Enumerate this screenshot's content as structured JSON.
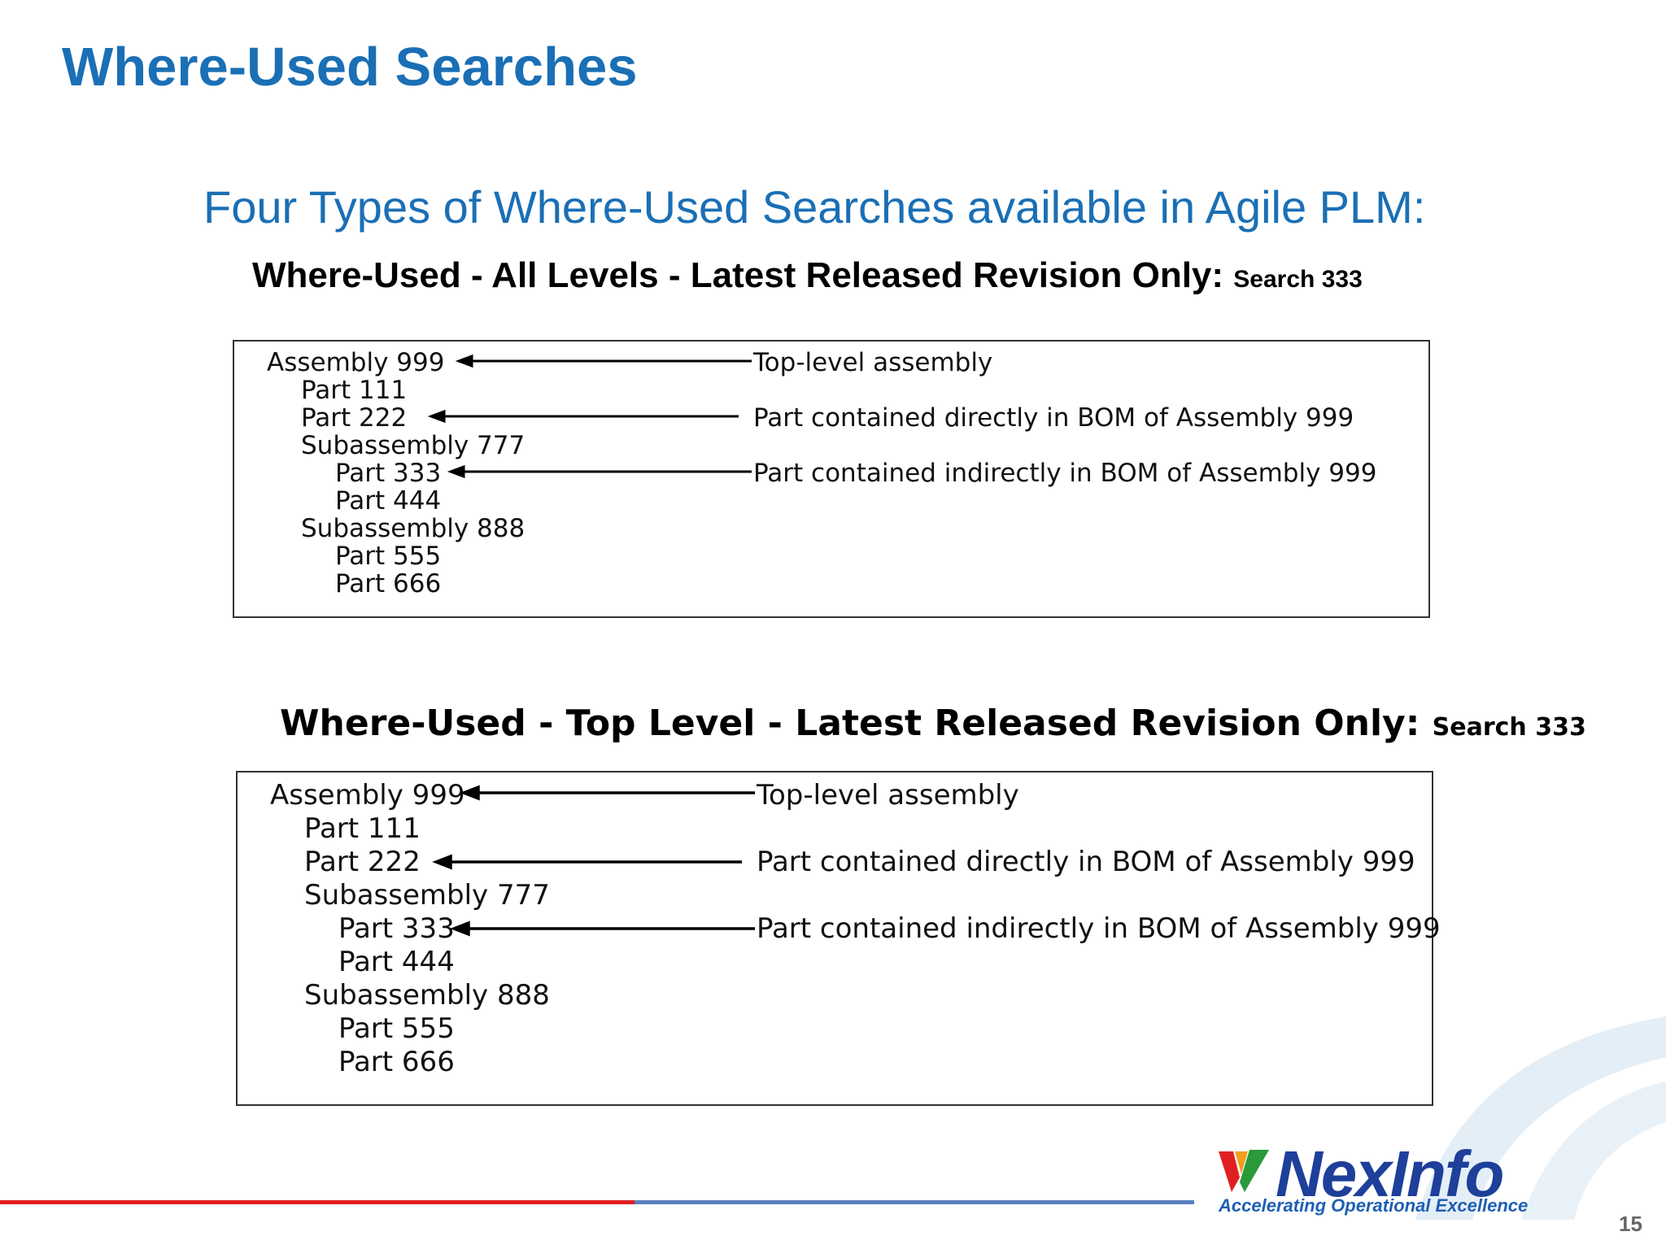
{
  "slide": {
    "title": "Where-Used Searches",
    "subtitle": "Four Types of Where-Used Searches available in Agile PLM:",
    "page_number": "15"
  },
  "section1": {
    "heading": "Where-Used - All Levels - Latest Released Revision Only:",
    "heading_suffix": "Search 333",
    "tree": [
      "Assembly 999",
      "Part 111",
      "Part 222",
      "Subassembly 777",
      "Part 333",
      "Part 444",
      "Subassembly 888",
      "Part 555",
      "Part 666"
    ],
    "notes": [
      "Top-level assembly",
      "Part contained directly in BOM of Assembly 999",
      "Part contained indirectly in BOM of Assembly 999"
    ]
  },
  "section2": {
    "heading": "Where-Used - Top Level - Latest Released Revision Only:",
    "heading_suffix": "Search 333",
    "tree": [
      "Assembly 999",
      "Part 111",
      "Part 222",
      "Subassembly 777",
      "Part 333",
      "Part 444",
      "Subassembly 888",
      "Part 555",
      "Part 666"
    ],
    "notes": [
      "Top-level assembly",
      "Part contained directly in BOM of Assembly 999",
      "Part contained indirectly in BOM of Assembly 999"
    ]
  },
  "logo": {
    "name": "NexInfo",
    "tagline": "Accelerating Operational Excellence"
  },
  "colors": {
    "title_blue": "#1a6fb5",
    "bar_red": "#e02020",
    "bar_blue": "#5b80c0",
    "logo_navy": "#1e3f9a"
  }
}
